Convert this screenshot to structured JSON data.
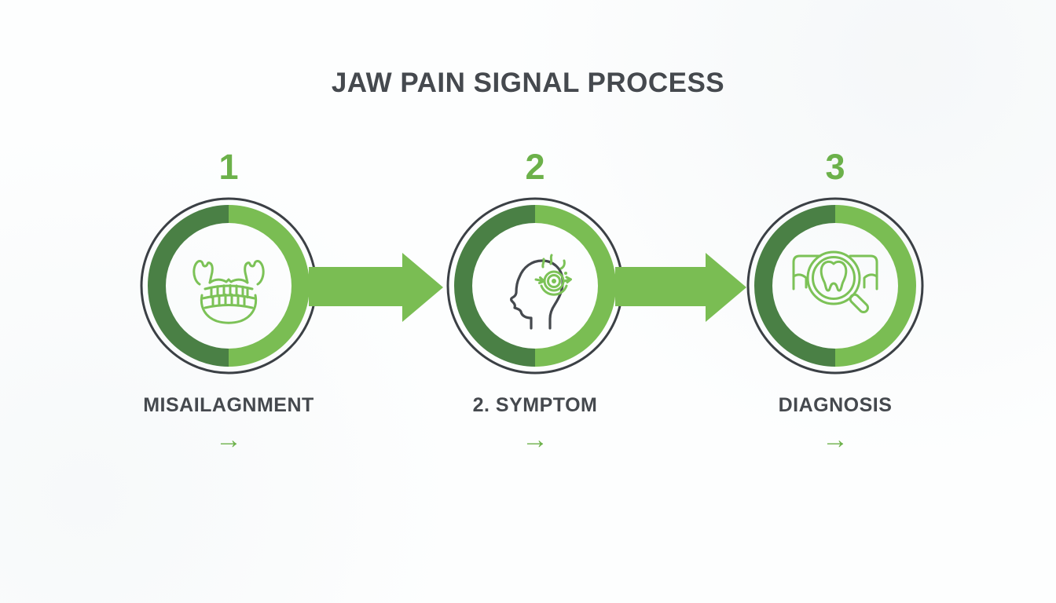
{
  "title": "JAW PAIN SIGNAL PROCESS",
  "steps": [
    {
      "number": "1",
      "label": "MISAILAGNMENT",
      "icon": "jaw-misalignment-icon",
      "arrow_glyph": "→"
    },
    {
      "number": "2",
      "label": "2. SYMPTOM",
      "icon": "head-pain-icon",
      "arrow_glyph": "→"
    },
    {
      "number": "3",
      "label": "DIAGNOSIS",
      "icon": "tooth-magnifier-icon",
      "arrow_glyph": "→"
    }
  ],
  "connectors": [
    {
      "type": "block-arrow-right"
    },
    {
      "type": "block-arrow-right"
    }
  ],
  "colors": {
    "ring-light-green": "#7abd53",
    "ring-dark-green": "#4a8045",
    "icon-green": "#7cc257",
    "number-green": "#6cb14a",
    "ink": "#45494e",
    "outline-dark": "#3b4045",
    "background": "#fdfefe"
  }
}
